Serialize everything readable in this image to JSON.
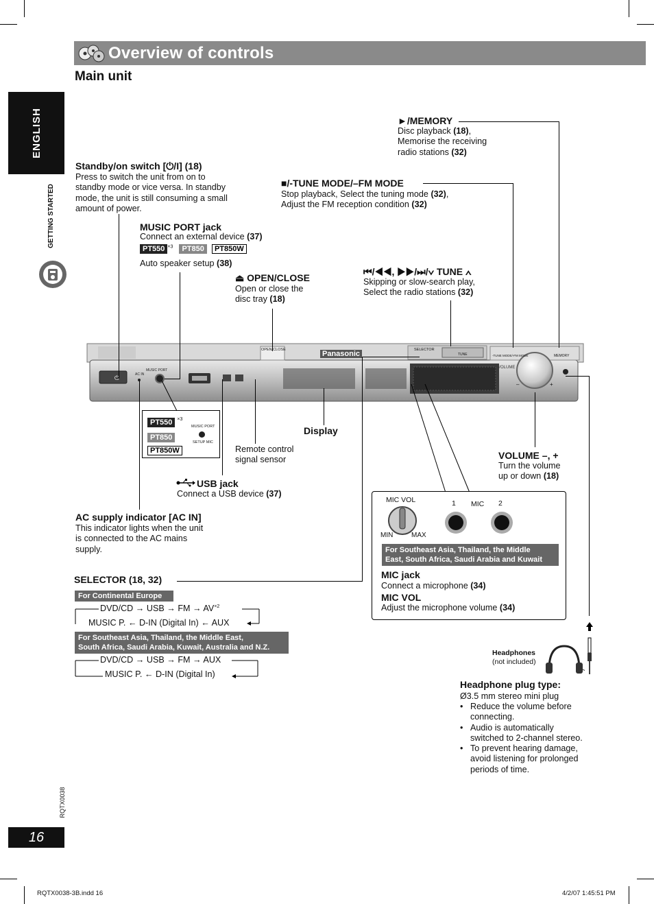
{
  "header": {
    "title": "Overview of controls",
    "subtitle": "Main unit"
  },
  "sidebar": {
    "language": "ENGLISH",
    "section": "GETTING STARTED",
    "doc_code": "RQTX0038",
    "page_number": "16"
  },
  "labels": {
    "memory": {
      "title": "►/MEMORY",
      "text1": "Disc playback ",
      "ref1": "(18)",
      "text1b": ",",
      "text2": "Memorise the receiving",
      "text3": "radio stations ",
      "ref3": "(32)"
    },
    "standby": {
      "title": "Standby/on switch [⏻/I] (18)",
      "lines": [
        "Press to switch the unit from on to",
        "standby mode or vice versa. In standby",
        "mode, the unit is still consuming a small",
        "amount of power."
      ]
    },
    "stop": {
      "title": "■/-TUNE MODE/–FM MODE",
      "text1": "Stop playback, Select the tuning mode ",
      "ref1": "(32)",
      "text1b": ",",
      "text2": "Adjust the FM reception condition ",
      "ref2": "(32)"
    },
    "music_port": {
      "title": "MUSIC PORT jack",
      "text1": "Connect an external device ",
      "ref1": "(37)",
      "badge1": "PT550",
      "badge1_sup": "×3",
      "badge2": "PT850",
      "badge3": "PT850W",
      "text2": "Auto speaker setup ",
      "ref2": "(38)"
    },
    "open_close": {
      "title": "⏏ OPEN/CLOSE",
      "text1": "Open or close the",
      "text2": "disc tray ",
      "ref2": "(18)"
    },
    "tune": {
      "title": "⏮/◀◀, ▶▶/⏭/∨ TUNE ∧",
      "text1": "Skipping or slow-search play,",
      "text2": "Select the radio stations ",
      "ref2": "(32)"
    },
    "display": {
      "title": "Display"
    },
    "remote": {
      "lines": [
        "Remote control",
        "signal sensor"
      ]
    },
    "usb": {
      "title": "USB jack",
      "text1": "Connect a USB device ",
      "ref1": "(37)"
    },
    "volume": {
      "title": "VOLUME –, +",
      "text1": "Turn the volume",
      "text2": "up or down ",
      "ref2": "(18)"
    },
    "ac_supply": {
      "title": "AC supply indicator [AC IN]",
      "lines": [
        "This indicator lights when the unit",
        "is connected to the AC mains",
        "supply."
      ]
    },
    "selector": {
      "title": "SELECTOR (18, 32)"
    },
    "inset": {
      "badge1": "PT550",
      "badge1_sup": "×3",
      "badge2": "PT850",
      "badge3": "PT850W",
      "music_port": "MUSIC PORT",
      "setup_mic": "SETUP MIC"
    }
  },
  "selector_flows": {
    "europe_label": "For Continental Europe",
    "europe_line1": "DVD/CD → USB → FM → AV",
    "europe_sup": "×2",
    "europe_line2": "MUSIC P. ← D-IN (Digital In) ← AUX",
    "sea_label_1": "For Southeast Asia, Thailand, the Middle East,",
    "sea_label_2": "South Africa, Saudi Arabia, Kuwait, Australia and N.Z.",
    "sea_line1": "DVD/CD → USB → FM → AUX",
    "sea_line2": "MUSIC P. ← D-IN (Digital In)"
  },
  "mic_panel": {
    "mic_vol": "MIC VOL",
    "min": "MIN",
    "max": "MAX",
    "jack1": "1",
    "mic": "MIC",
    "jack2": "2",
    "region_1": "For Southeast Asia, Thailand, the Middle",
    "region_2": "East, South Africa, Saudi Arabia and Kuwait",
    "jack_title": "MIC jack",
    "jack_text": "Connect a microphone ",
    "jack_ref": "(34)",
    "vol_title": "MIC VOL",
    "vol_text": "Adjust the microphone volume ",
    "vol_ref": "(34)"
  },
  "headphones": {
    "label": "Headphones",
    "sublabel": "(not included)",
    "plug_title": "Headphone plug type:",
    "plug_spec": "Ø3.5 mm stereo mini plug",
    "bullets": [
      [
        "Reduce the volume before",
        "connecting."
      ],
      [
        "Audio is automatically",
        "switched to 2-channel stereo."
      ],
      [
        "To prevent hearing damage,",
        "avoid listening for prolonged",
        "periods of time."
      ]
    ]
  },
  "device": {
    "brand": "Panasonic",
    "open_close": "OPEN/CLOSE",
    "selector": "SELECTOR",
    "tune": "TUNE",
    "tune_mode": "-TUNE MODE/-FM MODE",
    "memory": "MEMORY",
    "volume": "VOLUME",
    "ac_in": "AC IN",
    "music_port": "MUSIC PORT",
    "minus": "–",
    "plus": "+"
  },
  "footer": {
    "file": "RQTX0038-3B.indd   16",
    "timestamp": "4/2/07   1:45:51 PM"
  }
}
